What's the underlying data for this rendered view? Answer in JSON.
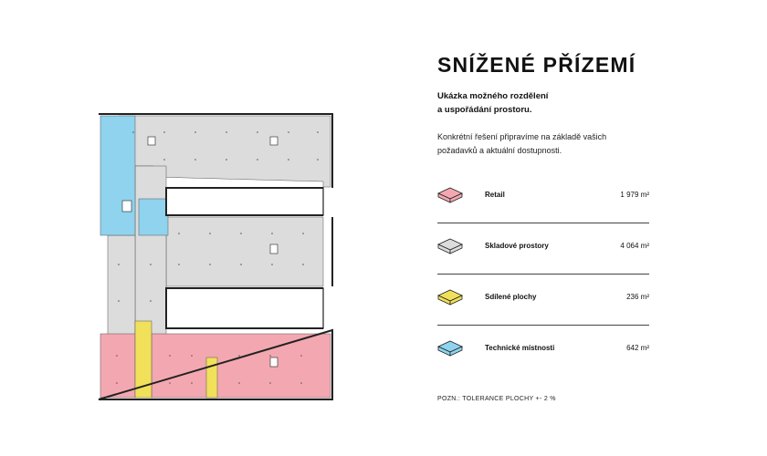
{
  "title": "SNÍŽENÉ PŘÍZEMÍ",
  "subtitle": [
    "Ukázka možného rozdělení",
    "a uspořádání prostoru."
  ],
  "description": [
    "Konkrétní řešení připravíme na základě vašich",
    "požadavků a aktuální dostupnosti."
  ],
  "legend": [
    {
      "label": "Retail",
      "area": "1 979 m²",
      "color": "#f3a8b1",
      "icon": "retail-swatch-icon"
    },
    {
      "label": "Skladové prostory",
      "area": "4 064 m²",
      "color": "#dcdcdc",
      "icon": "storage-swatch-icon"
    },
    {
      "label": "Sdílené plochy",
      "area": "236 m²",
      "color": "#f1e05a",
      "icon": "shared-swatch-icon"
    },
    {
      "label": "Technické místnosti",
      "area": "642 m²",
      "color": "#8fd3ee",
      "icon": "technical-swatch-icon"
    }
  ],
  "note": "POZN.: TOLERANCE PLOCHY +- 2 %",
  "colors": {
    "retail": "#f3a8b1",
    "storage": "#dcdcdc",
    "shared": "#f1e05a",
    "technical": "#8fd3ee",
    "wall": "#222222"
  }
}
